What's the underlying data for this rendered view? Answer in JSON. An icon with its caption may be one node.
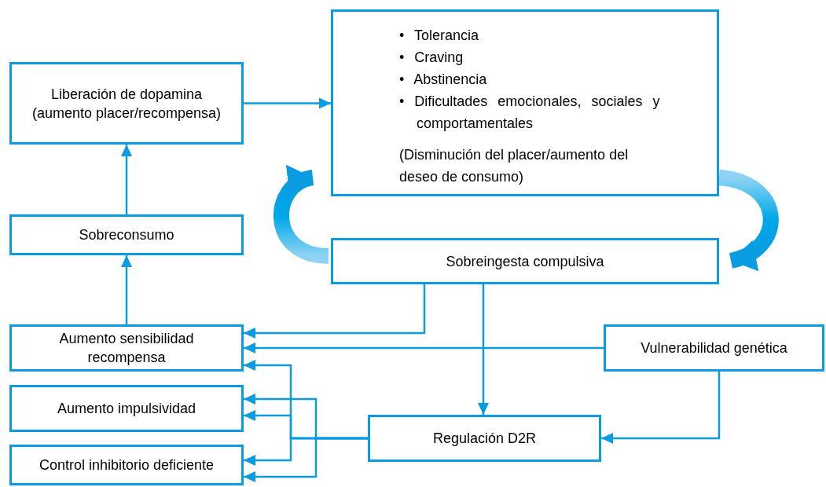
{
  "diagram": {
    "nodes": [
      {
        "text": [
          "Liberación de dopamina (aumento placer/recompensa)"
        ]
      },
      {
        "text": [
          "• Tolerancia",
          "• Craving",
          "• Abstinencia",
          "• Dificultades emocionales, sociales y comportamentales",
          "(Disminución del placer/aumento del deseo de consumo)"
        ]
      },
      {
        "text": [
          "Sobreconsumo"
        ]
      },
      {
        "text": [
          "Sobreingesta compulsiva"
        ]
      },
      {
        "text": [
          "Aumento sensibilidad recompensa"
        ]
      },
      {
        "text": [
          "Vulnerabilidad genética"
        ]
      },
      {
        "text": [
          "Aumento impulsividad"
        ]
      },
      {
        "text": [
          "Control inhibitorio deficiente"
        ]
      },
      {
        "text": [
          "Regulación D2R"
        ]
      }
    ],
    "edges": [
      {
        "from": 0,
        "to": 1,
        "arrow": "to"
      },
      {
        "from": 2,
        "to": 0,
        "arrow": "to"
      },
      {
        "from": 4,
        "to": 2,
        "arrow": "to"
      },
      {
        "from": 3,
        "to": 4,
        "arrow": "to"
      },
      {
        "from": 3,
        "to": 8,
        "arrow": "to"
      },
      {
        "from": 5,
        "to": 4,
        "arrow": "to"
      },
      {
        "from": 8,
        "to": 4,
        "arrow": "to"
      },
      {
        "from": 8,
        "to": 6,
        "arrow": "to"
      },
      {
        "from": 8,
        "to": 6,
        "arrow": "to"
      },
      {
        "from": 8,
        "to": 7,
        "arrow": "to"
      },
      {
        "from": 8,
        "to": 7,
        "arrow": "to"
      },
      {
        "from": 5,
        "to": 8,
        "arrow": "to"
      },
      {
        "from": 3,
        "to": 1,
        "arrow": "to",
        "style": "thick"
      },
      {
        "from": 1,
        "to": 3,
        "arrow": "to",
        "style": "thick"
      }
    ]
  }
}
